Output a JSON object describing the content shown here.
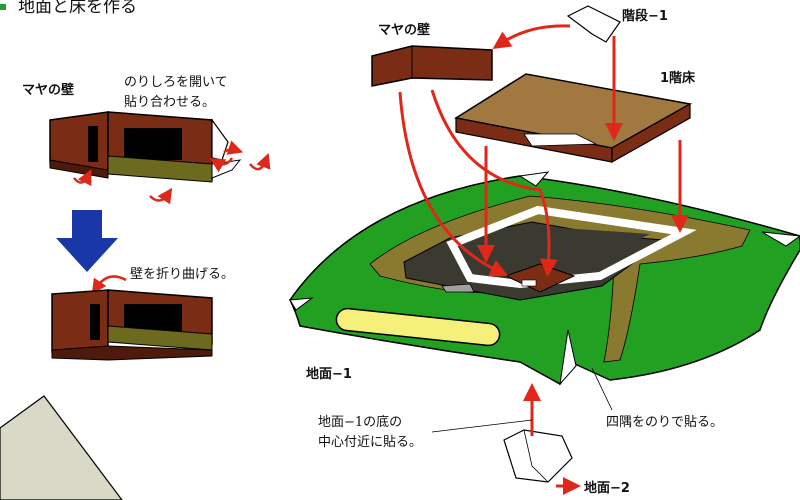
{
  "colors": {
    "ground_green": "#22a022",
    "path_olive": "#8a7a30",
    "dark_pit": "#3a3a30",
    "wall_brown": "#7a2c14",
    "floor_tan": "#a07840",
    "glue_olive": "#6b6a1f",
    "arrow_red": "#e0281a",
    "arrow_blue": "#1a37a8",
    "yellow_pad": "#f5f07a",
    "panel_gray": "#d9d9c8"
  },
  "header": {
    "text": "地面と床を作る"
  },
  "labels": {
    "maya_wall_left": "マヤの壁",
    "maya_wall_top": "マヤの壁",
    "stairs": "階段−1",
    "floor1": "1階床",
    "ground1": "地面−1",
    "ground2": "地面−2"
  },
  "notes": {
    "tabs_line1": "のりしろを開いて",
    "tabs_line2": "貼り合わせる。",
    "fold_wall": "壁を折り曲げる。",
    "corners": "四隅をのりで貼る。",
    "bottom_line1": "地面−1の底の",
    "bottom_line2": "中心付近に貼る。"
  }
}
